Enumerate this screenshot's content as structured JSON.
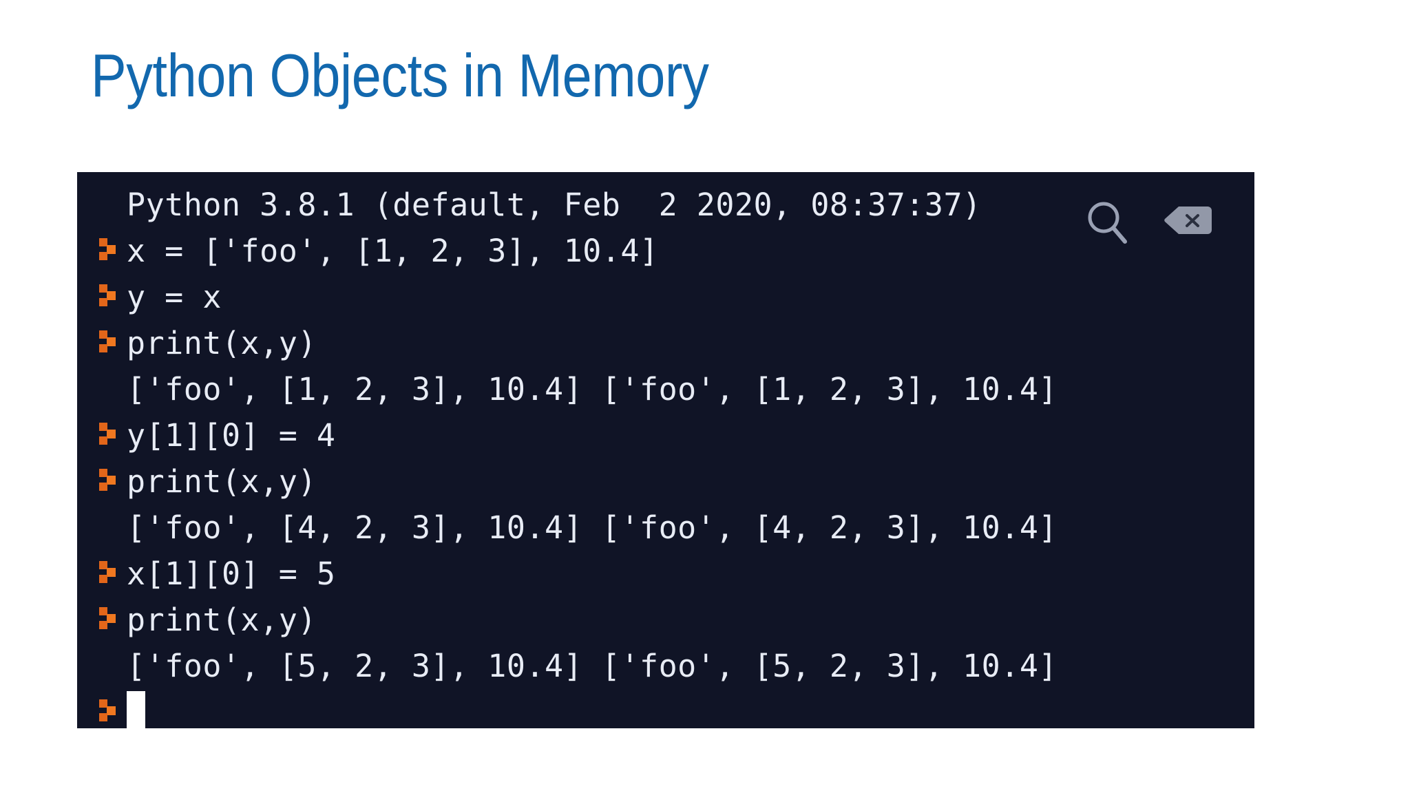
{
  "slide": {
    "title": "Python Objects in Memory",
    "title_color": "#1268ae",
    "background_color": "#ffffff"
  },
  "terminal": {
    "background_color": "#101426",
    "text_color": "#e8ecf5",
    "prompt_color": "#e2661a",
    "cursor_color": "#ffffff",
    "prompt_symbol": "prompt-chevron-icon",
    "icons": {
      "search": "search-icon",
      "backspace": "backspace-icon"
    },
    "lines": [
      {
        "prompt": false,
        "text": "Python 3.8.1 (default, Feb  2 2020, 08:37:37)",
        "cursor": false
      },
      {
        "prompt": true,
        "text": "x = ['foo', [1, 2, 3], 10.4]",
        "cursor": false
      },
      {
        "prompt": true,
        "text": "y = x",
        "cursor": false
      },
      {
        "prompt": true,
        "text": "print(x,y)",
        "cursor": false
      },
      {
        "prompt": false,
        "text": "['foo', [1, 2, 3], 10.4] ['foo', [1, 2, 3], 10.4]",
        "cursor": false
      },
      {
        "prompt": true,
        "text": "y[1][0] = 4",
        "cursor": false
      },
      {
        "prompt": true,
        "text": "print(x,y)",
        "cursor": false
      },
      {
        "prompt": false,
        "text": "['foo', [4, 2, 3], 10.4] ['foo', [4, 2, 3], 10.4]",
        "cursor": false
      },
      {
        "prompt": true,
        "text": "x[1][0] = 5",
        "cursor": false
      },
      {
        "prompt": true,
        "text": "print(x,y)",
        "cursor": false
      },
      {
        "prompt": false,
        "text": "['foo', [5, 2, 3], 10.4] ['foo', [5, 2, 3], 10.4]",
        "cursor": false
      },
      {
        "prompt": true,
        "text": "",
        "cursor": true
      }
    ]
  }
}
